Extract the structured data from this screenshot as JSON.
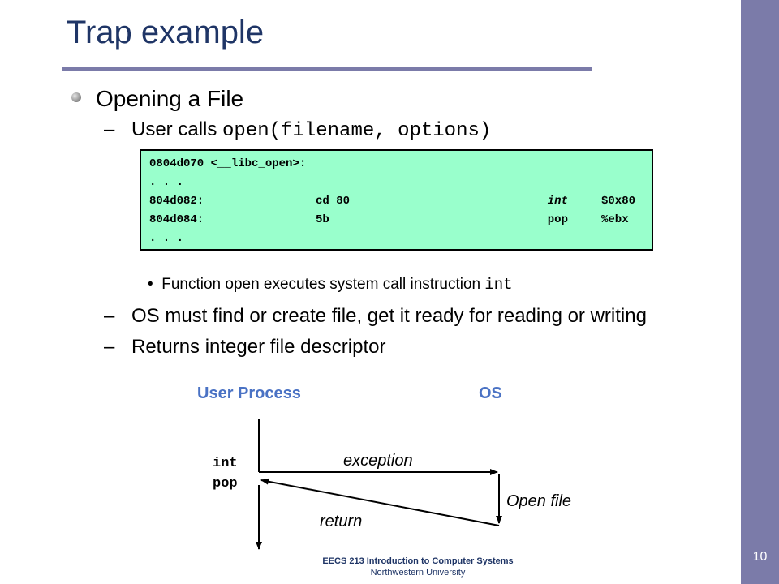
{
  "slide": {
    "title": "Trap example",
    "page_number": "10",
    "accent_color": "#7b7ba9",
    "title_color": "#1f3566"
  },
  "bullets": {
    "level1": "Opening a File",
    "user_calls_prefix": "User calls ",
    "user_calls_code": "open(filename, options)",
    "sub_bullet_text": "Function open executes system call instruction ",
    "sub_bullet_code": "int",
    "os_must": "OS must find or create file, get it ready for reading or writing",
    "returns": "Returns integer file descriptor"
  },
  "code": {
    "header": "0804d070 <__libc_open>:",
    "ellipsis_top": ". . .",
    "rows": [
      {
        "addr": "804d082:",
        "bytes": "cd 80",
        "op": "int",
        "arg": "$0x80"
      },
      {
        "addr": "804d084:",
        "bytes": "5b",
        "op": "pop",
        "arg": "%ebx"
      }
    ],
    "ellipsis_bottom": ". . .",
    "background_color": "#99ffcc"
  },
  "diagram": {
    "user_process_label": "User Process",
    "os_label": "OS",
    "int_label": "int",
    "pop_label": "pop",
    "exception_label": "exception",
    "return_label": "return",
    "open_file_label": "Open file",
    "label_color": "#4a72c4"
  },
  "footer": {
    "line1": "EECS 213 Introduction to Computer Systems",
    "line2": "Northwestern University"
  }
}
